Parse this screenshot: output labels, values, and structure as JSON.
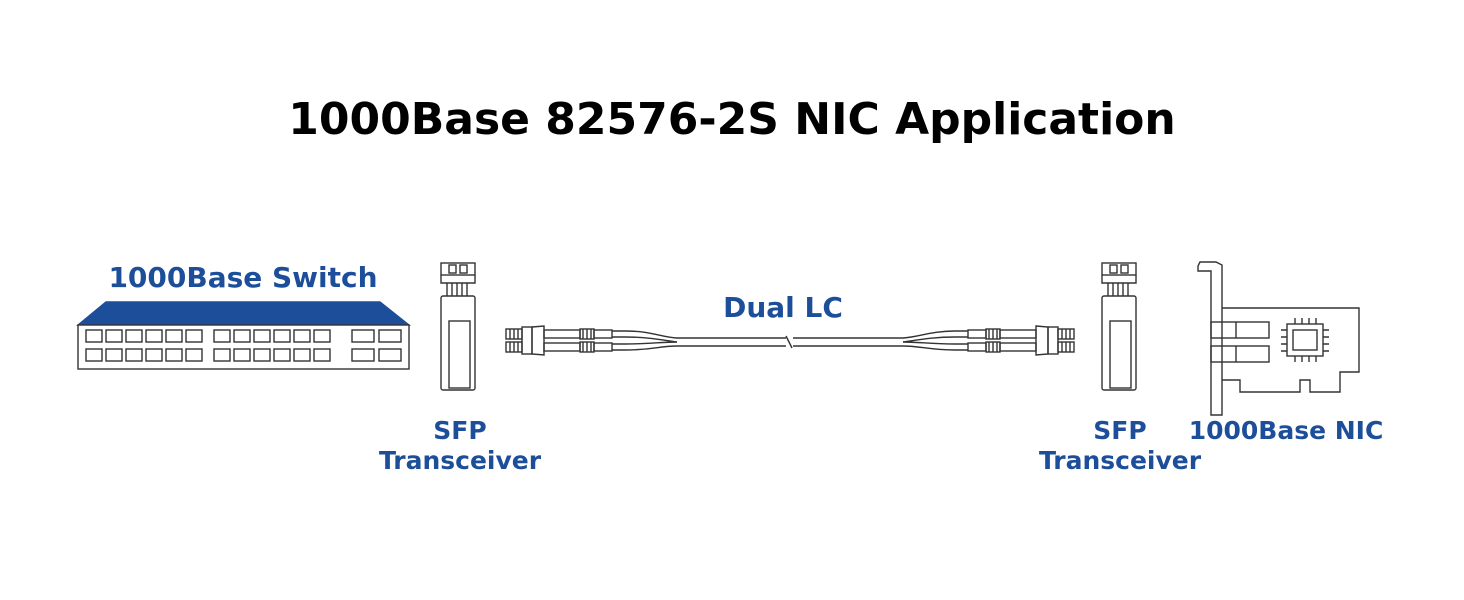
{
  "title": "1000Base 82576-2S NIC Application",
  "labels": {
    "switch": "1000Base Switch",
    "cable": "Dual LC",
    "sfp_left": {
      "line1": "SFP",
      "line2": "Transceiver"
    },
    "sfp_right": {
      "line1": "SFP",
      "line2": "Transceiver"
    },
    "nic": "1000Base NIC"
  },
  "colors": {
    "accent": "#1d4e9a",
    "outline": "#333333",
    "title": "#000000"
  },
  "icons": [
    "network-switch-icon",
    "sfp-transceiver-icon",
    "lc-connector-icon",
    "fiber-cable-icon",
    "nic-card-icon"
  ]
}
